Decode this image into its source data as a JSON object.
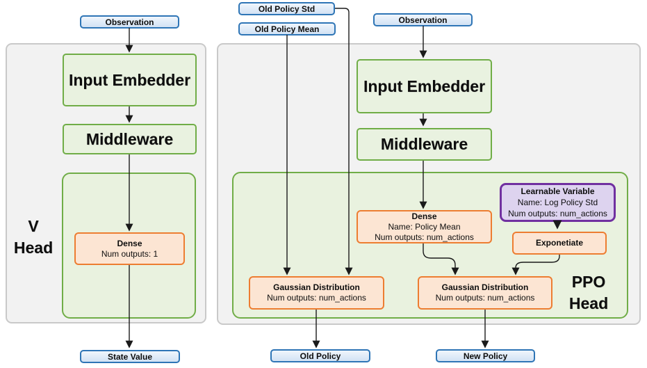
{
  "colors": {
    "badge_border": "#2e75b6",
    "badge_fill": "#d9e6f6",
    "green_border": "#70ad47",
    "green_fill": "#e9f2e0",
    "orange_border": "#ed7d31",
    "orange_fill": "#fce5d3",
    "purple_border": "#7030a0",
    "purple_fill": "#ddd3ef",
    "panel_fill": "#f2f2f2",
    "panel_border": "#c9c9c9"
  },
  "v_head": {
    "title_line1": "V",
    "title_line2": "Head",
    "observation_badge": "Observation",
    "input_embedder": "Input Embedder",
    "middleware": "Middleware",
    "dense": {
      "title": "Dense",
      "outputs": "Num outputs: 1"
    },
    "state_value_badge": "State Value"
  },
  "ppo_head": {
    "title_line1": "PPO",
    "title_line2": "Head",
    "old_policy_std_badge": "Old Policy Std",
    "old_policy_mean_badge": "Old Policy Mean",
    "observation_badge": "Observation",
    "input_embedder": "Input Embedder",
    "middleware": "Middleware",
    "dense": {
      "title": "Dense",
      "name": "Name: Policy Mean",
      "outputs": "Num outputs: num_actions"
    },
    "learnable_variable": {
      "title": "Learnable Variable",
      "name": "Name: Log Policy Std",
      "outputs": "Num outputs: num_actions"
    },
    "exponetiate": "Exponetiate",
    "gaussian_old": {
      "title": "Gaussian Distribution",
      "outputs": "Num outputs: num_actions"
    },
    "gaussian_new": {
      "title": "Gaussian Distribution",
      "outputs": "Num outputs: num_actions"
    },
    "old_policy_badge": "Old Policy",
    "new_policy_badge": "New Policy"
  }
}
